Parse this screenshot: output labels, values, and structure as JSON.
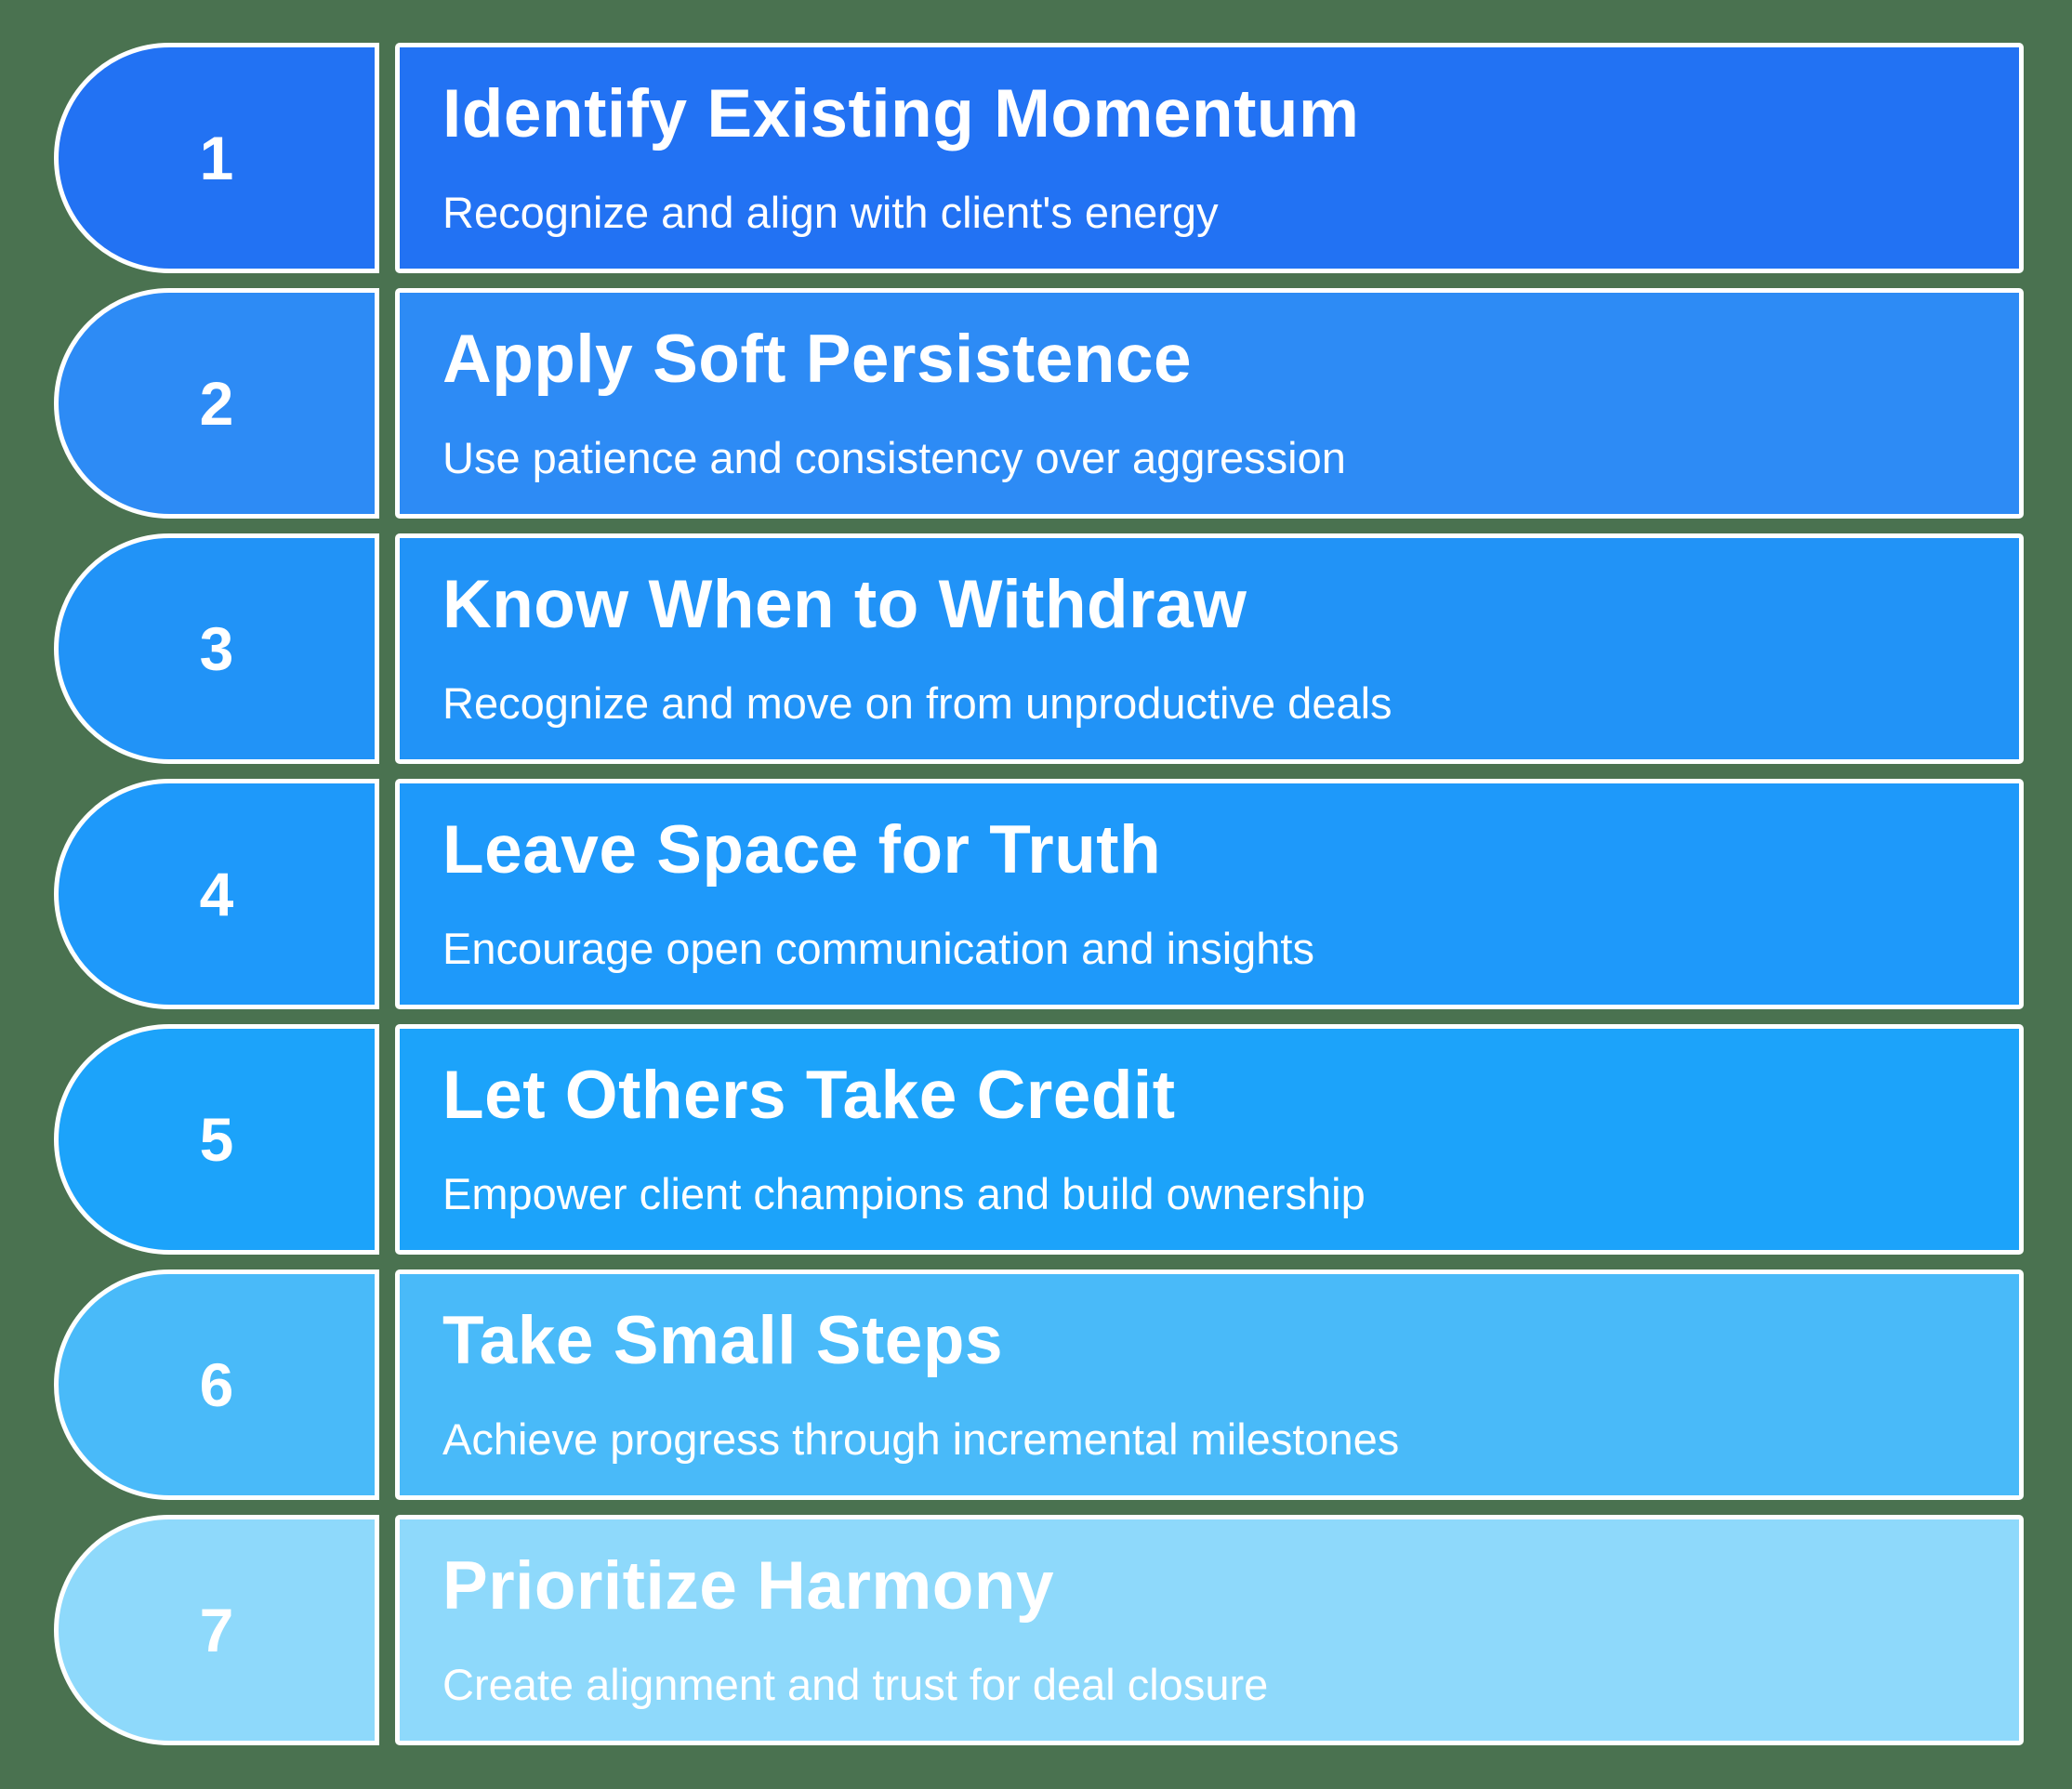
{
  "colors": {
    "background": "#4a7250",
    "border": "#ffffff",
    "text": "#ffffff"
  },
  "steps": [
    {
      "number": "1",
      "title": "Identify Existing Momentum",
      "subtitle": "Recognize and align with client's energy",
      "color": "#2272f3"
    },
    {
      "number": "2",
      "title": "Apply Soft Persistence",
      "subtitle": "Use patience and consistency over aggression",
      "color": "#2d8bf5"
    },
    {
      "number": "3",
      "title": "Know When to Withdraw",
      "subtitle": "Recognize and move on from unproductive deals",
      "color": "#2193f7"
    },
    {
      "number": "4",
      "title": "Leave Space for Truth",
      "subtitle": "Encourage open communication and insights",
      "color": "#1e99fa"
    },
    {
      "number": "5",
      "title": "Let Others Take Credit",
      "subtitle": "Empower client champions and build ownership",
      "color": "#1ca3fa"
    },
    {
      "number": "6",
      "title": "Take Small Steps",
      "subtitle": "Achieve progress through incremental milestones",
      "color": "#49baf9"
    },
    {
      "number": "7",
      "title": "Prioritize Harmony",
      "subtitle": "Create alignment and trust for deal closure",
      "color": "#8ed9fb"
    }
  ]
}
